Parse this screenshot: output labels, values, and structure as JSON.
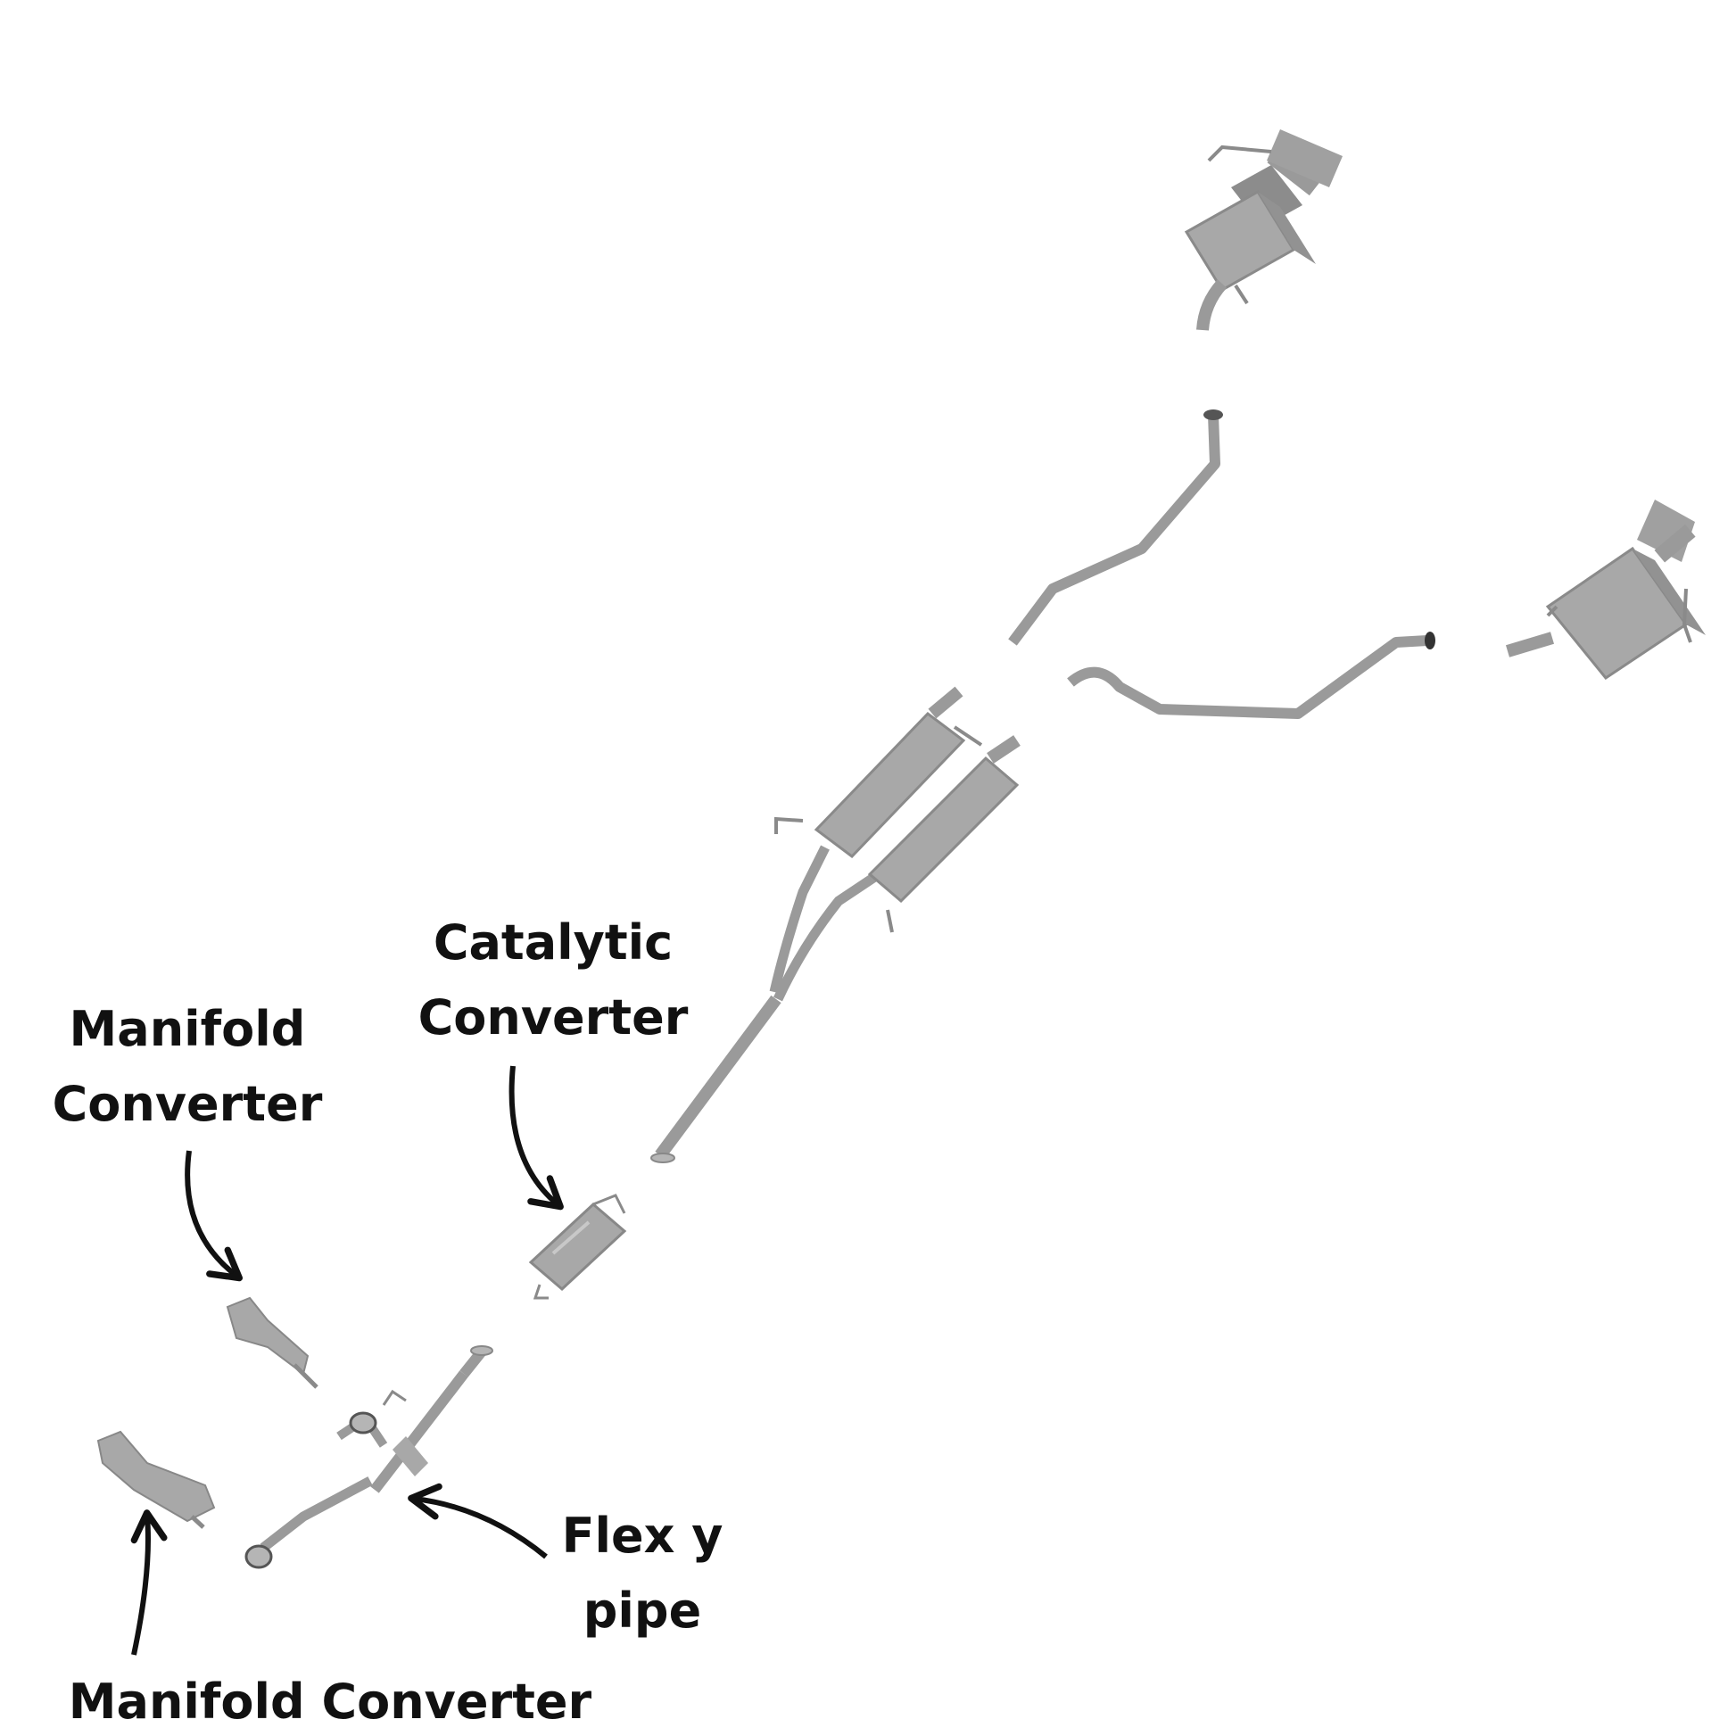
{
  "colors": {
    "background": "#ffffff",
    "pipe": "#9a9a9a",
    "pipe_dark": "#7d7d7d",
    "part_fill": "#a8a8a8",
    "part_shadow": "#8c8c8c",
    "arrow": "#111111",
    "text": "#111111"
  },
  "labels": {
    "catalytic_converter": [
      "Catalytic",
      "Converter"
    ],
    "manifold_converter_top": [
      "Manifold",
      "Converter"
    ],
    "flex_y_pipe": [
      "Flex y",
      "pipe"
    ],
    "manifold_converter_bottom": "Manifold Converter"
  },
  "parts": [
    {
      "name": "upper-rear-muffler-icon"
    },
    {
      "name": "upper-tailpipe-icon"
    },
    {
      "name": "right-rear-muffler-icon"
    },
    {
      "name": "right-tailpipe-icon"
    },
    {
      "name": "dual-resonator-y-pipe-icon"
    },
    {
      "name": "catalytic-converter-icon"
    },
    {
      "name": "manifold-converter-top-icon"
    },
    {
      "name": "manifold-converter-bottom-icon"
    },
    {
      "name": "flex-y-pipe-icon"
    }
  ]
}
